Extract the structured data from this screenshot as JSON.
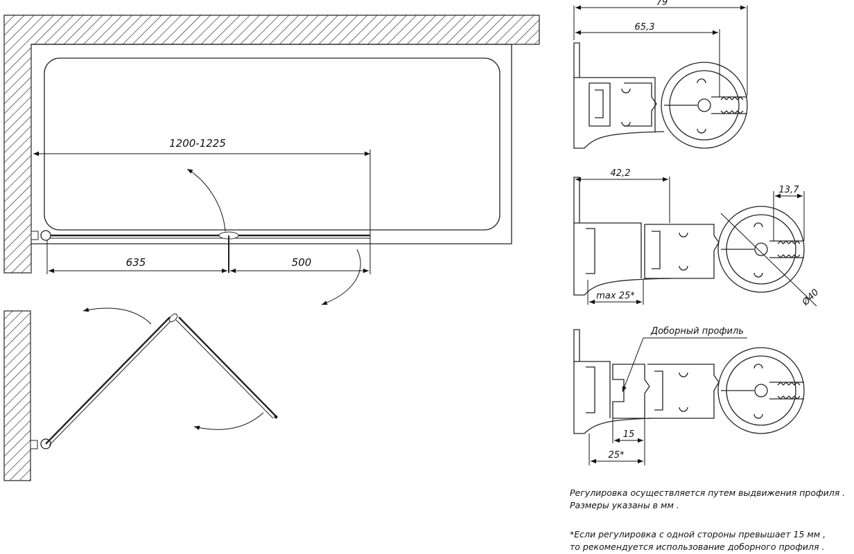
{
  "plan": {
    "dim_width": "1200-1225",
    "dim_left": "635",
    "dim_right": "500"
  },
  "profile_top": {
    "dim_total": "79",
    "dim_mid": "65,3"
  },
  "profile_mid": {
    "dim_top": "42,2",
    "dim_side": "13,7",
    "dim_max": "max 25*",
    "dim_dia": "Ø40"
  },
  "profile_bot": {
    "label": "Доборный профиль",
    "dim_a": "15",
    "dim_b": "25*"
  },
  "notes": {
    "line1": "Регулировка осуществляется путем выдвижения профиля .",
    "line2": "Размеры указаны в мм .",
    "line3": "*Если регулировка с одной стороны превышает  15 мм ,",
    "line4": "то рекомендуется использование доборного профиля ."
  }
}
